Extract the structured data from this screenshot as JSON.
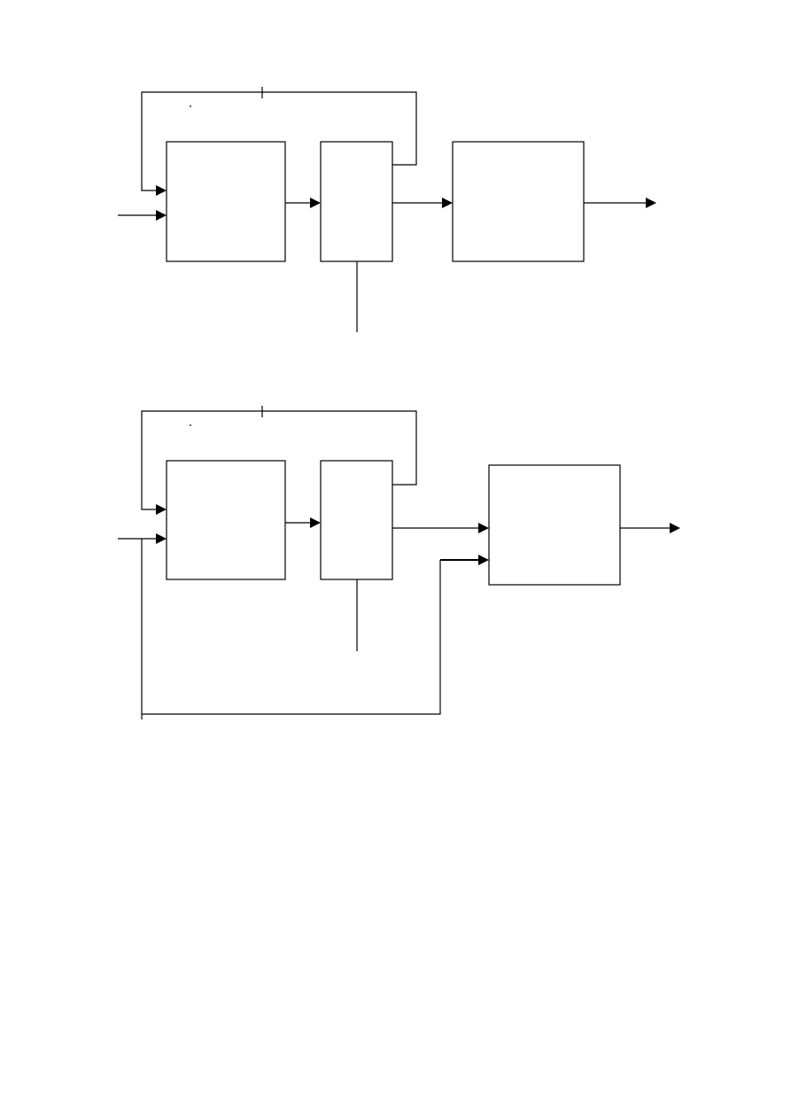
{
  "diagrams": [
    {
      "blocks": [
        {},
        {},
        {}
      ],
      "inputs": 2,
      "output": 1,
      "feedback": true
    },
    {
      "blocks": [
        {},
        {},
        {}
      ],
      "inputs": 2,
      "output": 1,
      "feedback": true,
      "bypass": true
    }
  ],
  "colors": {
    "line": "#000000",
    "background": "#ffffff"
  }
}
